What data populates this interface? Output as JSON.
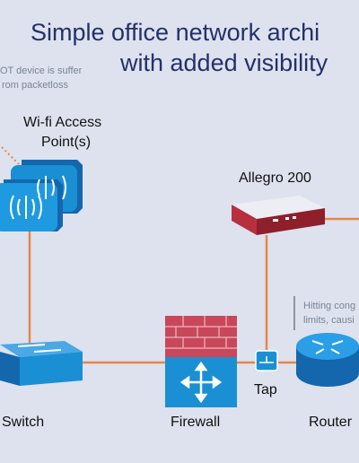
{
  "title": {
    "line1": "Simple office network archi",
    "line2": "with added visibility"
  },
  "notes": {
    "iot_line1": "OT device is suffer",
    "iot_line2": "rom packetloss",
    "router_line1": "Hitting cong",
    "router_line2": "limits, causi"
  },
  "labels": {
    "wifi_line1": "Wi-fi Access",
    "wifi_line2": "Point(s)",
    "allegro": "Allegro 200",
    "switch": "Switch",
    "firewall": "Firewall",
    "tap": "Tap",
    "router": "Router"
  },
  "colors": {
    "background": "#dde2ee",
    "link": "#e8854a",
    "device_blue": "#1a8fd4",
    "firewall_red": "#c8475a",
    "allegro_red": "#b8303e"
  }
}
